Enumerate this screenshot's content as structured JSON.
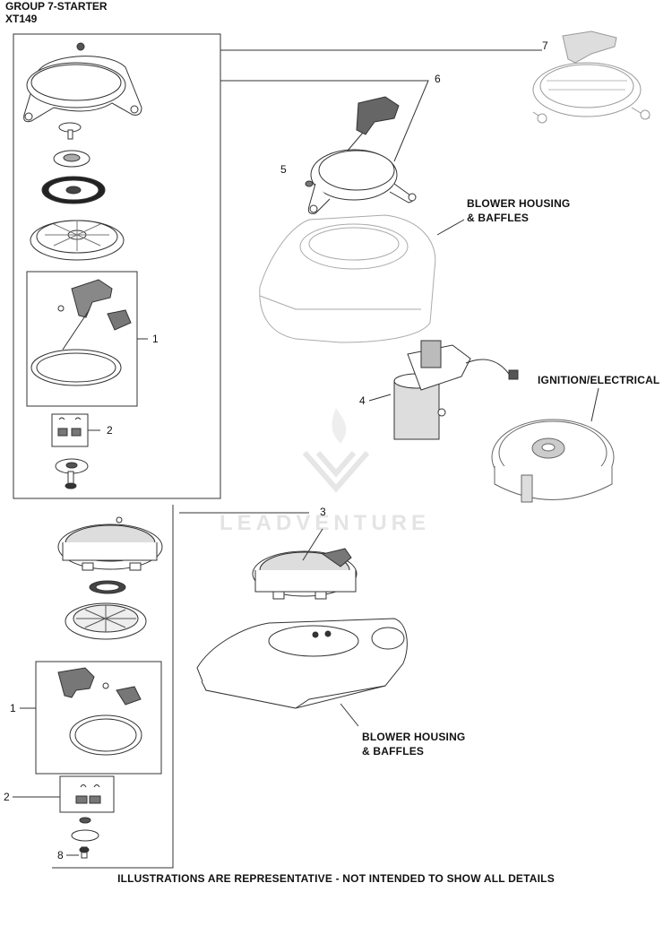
{
  "header": {
    "title": "GROUP 7-STARTER",
    "model": "XT149"
  },
  "callouts": {
    "n1_top": "1",
    "n2_top": "2",
    "n3": "3",
    "n4": "4",
    "n5": "5",
    "n6": "6",
    "n7": "7",
    "n1_bottom": "1",
    "n2_bottom": "2",
    "n8": "8"
  },
  "labels": {
    "blower_top_line1": "BLOWER HOUSING",
    "blower_top_line2": "& BAFFLES",
    "ignition": "IGNITION/ELECTRICAL",
    "blower_bottom_line1": "BLOWER HOUSING",
    "blower_bottom_line2": "& BAFFLES"
  },
  "footer": "ILLUSTRATIONS ARE REPRESENTATIVE - NOT INTENDED TO SHOW ALL DETAILS",
  "watermark": "LEADVENTURE"
}
